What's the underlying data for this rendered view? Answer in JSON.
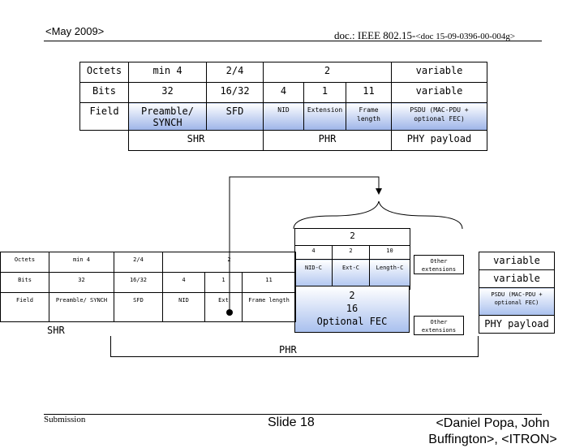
{
  "header": {
    "date": "<May 2009>",
    "doc_prefix": "doc.: IEEE 802.15-",
    "doc_id": "<doc 15-09-0396-00-004g>"
  },
  "top_frame": {
    "rows": {
      "octets": [
        "Octets",
        "min  4",
        "2/4",
        "2",
        "variable"
      ],
      "bits": [
        "Bits",
        "32",
        "16/32",
        "4",
        "1",
        "11",
        "variable"
      ],
      "field": [
        "Field",
        "Preamble/ SYNCH",
        "SFD",
        "NID",
        "Extension",
        "Frame length",
        "PSDU (MAC-PDU + optional FEC)"
      ]
    },
    "group_labels": {
      "shr": "SHR",
      "phr": "PHR",
      "payload": "PHY payload"
    }
  },
  "expanded_phr": {
    "total_octets": "2",
    "bits": [
      "4",
      "2",
      "10"
    ],
    "fields": [
      "NID-C",
      "Ext-C",
      "Length-C"
    ],
    "other_ext_1": "Other extensions",
    "fec_octets": "2",
    "fec_bits": "16",
    "fec_label": "Optional FEC",
    "other_ext_2": "Other extensions"
  },
  "bottom_frame": {
    "rows": {
      "octets": [
        "Octets",
        "min 4",
        "2/4",
        "2"
      ],
      "bits": [
        "Bits",
        "32",
        "16/32",
        "4",
        "1",
        "11"
      ],
      "field": [
        "Field",
        "Preamble/ SYNCH",
        "SFD",
        "NID",
        "Ext",
        "Frame length"
      ]
    },
    "variable_1": "variable",
    "variable_2": "variable",
    "psdu": "PSDU (MAC-PDU + optional FEC)",
    "payload": "PHY payload",
    "shr": "SHR",
    "phr": "PHR"
  },
  "footer": {
    "submission": "Submission",
    "slide": "Slide 18",
    "author": "<Daniel Popa, John Buffington>, <ITRON>"
  }
}
